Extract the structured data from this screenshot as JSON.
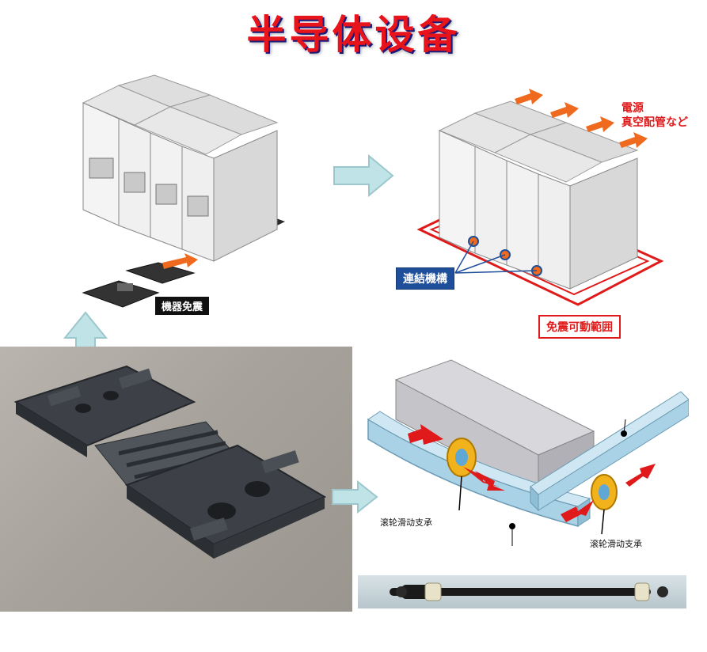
{
  "title": "半导体设备",
  "labels": {
    "device_isolation": "機器免震",
    "utilities_line1": "電源",
    "utilities_line2": "真空配管など",
    "linking_mechanism": "連結機構",
    "isolation_range": "免震可動範囲",
    "roller_bearing_left": "滚轮滑动支承",
    "roller_bearing_right": "滚轮滑动支承"
  },
  "colors": {
    "title": "#e8141c",
    "accent_red": "#e01a1a",
    "label_blue": "#1f4e9a",
    "arrow_orange": "#ef6a1e",
    "arrow_cyan": "#bfe3e6",
    "rail_blue": "#a9d2e6"
  }
}
